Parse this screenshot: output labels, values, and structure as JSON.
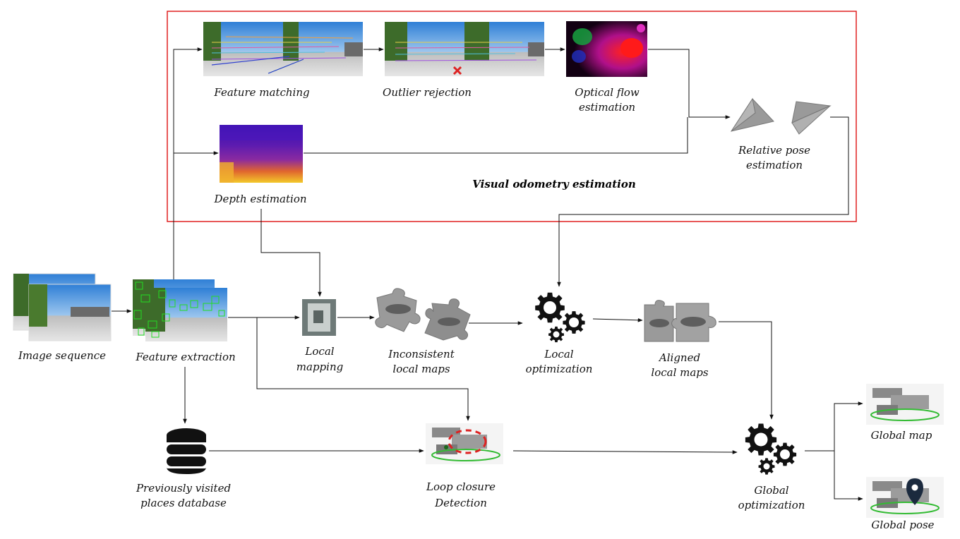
{
  "labels": {
    "feature_matching": "Feature matching",
    "outlier_rejection": "Outlier rejection",
    "optical_flow_1": "Optical flow",
    "optical_flow_2": "estimation",
    "depth_estimation": "Depth estimation",
    "relative_pose_1": "Relative pose",
    "relative_pose_2": "estimation",
    "visual_odometry": "Visual odometry estimation",
    "image_sequence": "Image sequence",
    "feature_extraction": "Feature extraction",
    "local_mapping_1": "Local",
    "local_mapping_2": "mapping",
    "inconsistent_1": "Inconsistent",
    "inconsistent_2": "local maps",
    "local_opt_1": "Local",
    "local_opt_2": "optimization",
    "aligned_1": "Aligned",
    "aligned_2": "local maps",
    "database_1": "Previously visited",
    "database_2": "places database",
    "loop_1": "Loop closure",
    "loop_2": "Detection",
    "global_opt_1": "Global",
    "global_opt_2": "optimization",
    "global_map": "Global map",
    "global_pose": "Global pose"
  },
  "colors": {
    "vo_box_border": "#e02020",
    "arrow": "#111111",
    "sky": "#4a8fd8",
    "road": "#c9c9c9",
    "feature_points": "#22dd22",
    "gear": "#111111",
    "puzzle": "#9a9a9a",
    "trajectory": "#33bb33",
    "loop_marker": "#dd2222",
    "pin": "#1b2a3e"
  },
  "icons": [
    "camera-frame-icon",
    "gear-icon",
    "puzzle-piece-icon",
    "database-icon",
    "point-cloud-icon",
    "location-pin-icon",
    "camera-pose-icon"
  ]
}
